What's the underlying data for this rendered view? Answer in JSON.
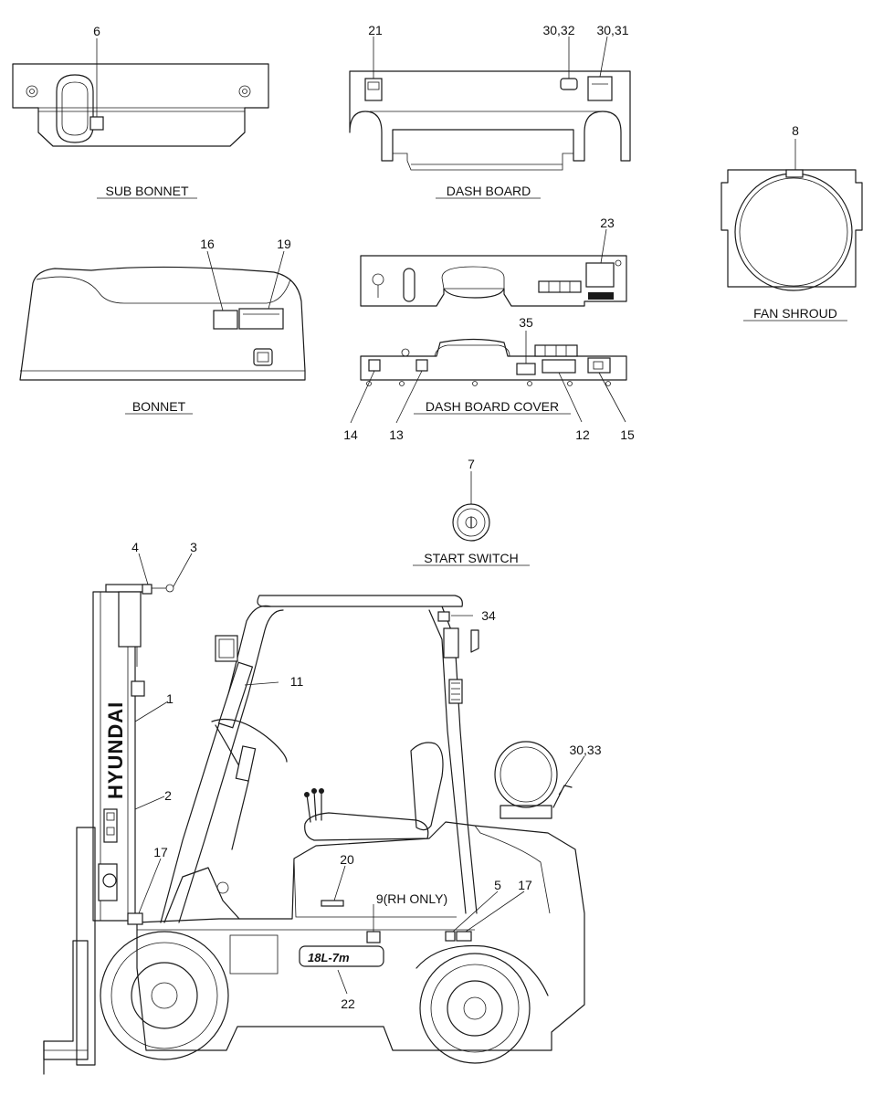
{
  "captions": {
    "sub_bonnet": "SUB BONNET",
    "dash_board": "DASH BOARD",
    "fan_shroud": "FAN SHROUD",
    "bonnet": "BONNET",
    "dash_board_cover": "DASH BOARD COVER",
    "start_switch": "START SWITCH"
  },
  "callouts": {
    "c1": "1",
    "c2": "2",
    "c3": "3",
    "c4": "4",
    "c5": "5",
    "c6": "6",
    "c7": "7",
    "c8": "8",
    "c9": "9(RH ONLY)",
    "c11": "11",
    "c12": "12",
    "c13": "13",
    "c14": "14",
    "c15": "15",
    "c16": "16",
    "c17a": "17",
    "c17b": "17",
    "c19": "19",
    "c20": "20",
    "c21": "21",
    "c22": "22",
    "c23": "23",
    "c30_31": "30,31",
    "c30_32": "30,32",
    "c30_33": "30,33",
    "c34": "34",
    "c35": "35"
  },
  "decals": {
    "brand": "HYUNDAI",
    "model": "18L-7m"
  }
}
